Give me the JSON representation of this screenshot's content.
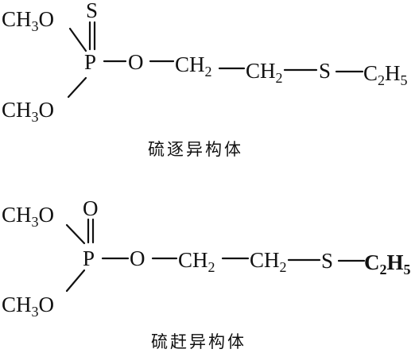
{
  "isomers": [
    {
      "caption": "硫逐异构体",
      "groups": {
        "methoxy_top": {
          "main": "CH",
          "sub": "3",
          "tail": "O"
        },
        "methoxy_bottom": {
          "main": "CH",
          "sub": "3",
          "tail": "O"
        },
        "phosphorus": "P",
        "double_bonded_atom": "S",
        "ester_oxygen": "O",
        "methylene_1": {
          "main": "CH",
          "sub": "2"
        },
        "methylene_2": {
          "main": "CH",
          "sub": "2"
        },
        "thioether": "S",
        "ethyl": {
          "main": "C",
          "sub1": "2",
          "mid": "H",
          "sub2": "5"
        }
      }
    },
    {
      "caption": "硫赶异构体",
      "groups": {
        "methoxy_top": {
          "main": "CH",
          "sub": "3",
          "tail": "O"
        },
        "methoxy_bottom": {
          "main": "CH",
          "sub": "3",
          "tail": "O"
        },
        "phosphorus": "P",
        "double_bonded_atom": "O",
        "ester_oxygen": "O",
        "methylene_1": {
          "main": "CH",
          "sub": "2"
        },
        "methylene_2": {
          "main": "CH",
          "sub": "2"
        },
        "thioether": "S",
        "ethyl": {
          "main": "C",
          "sub1": "2",
          "mid": "H",
          "sub2": "5"
        }
      }
    }
  ]
}
